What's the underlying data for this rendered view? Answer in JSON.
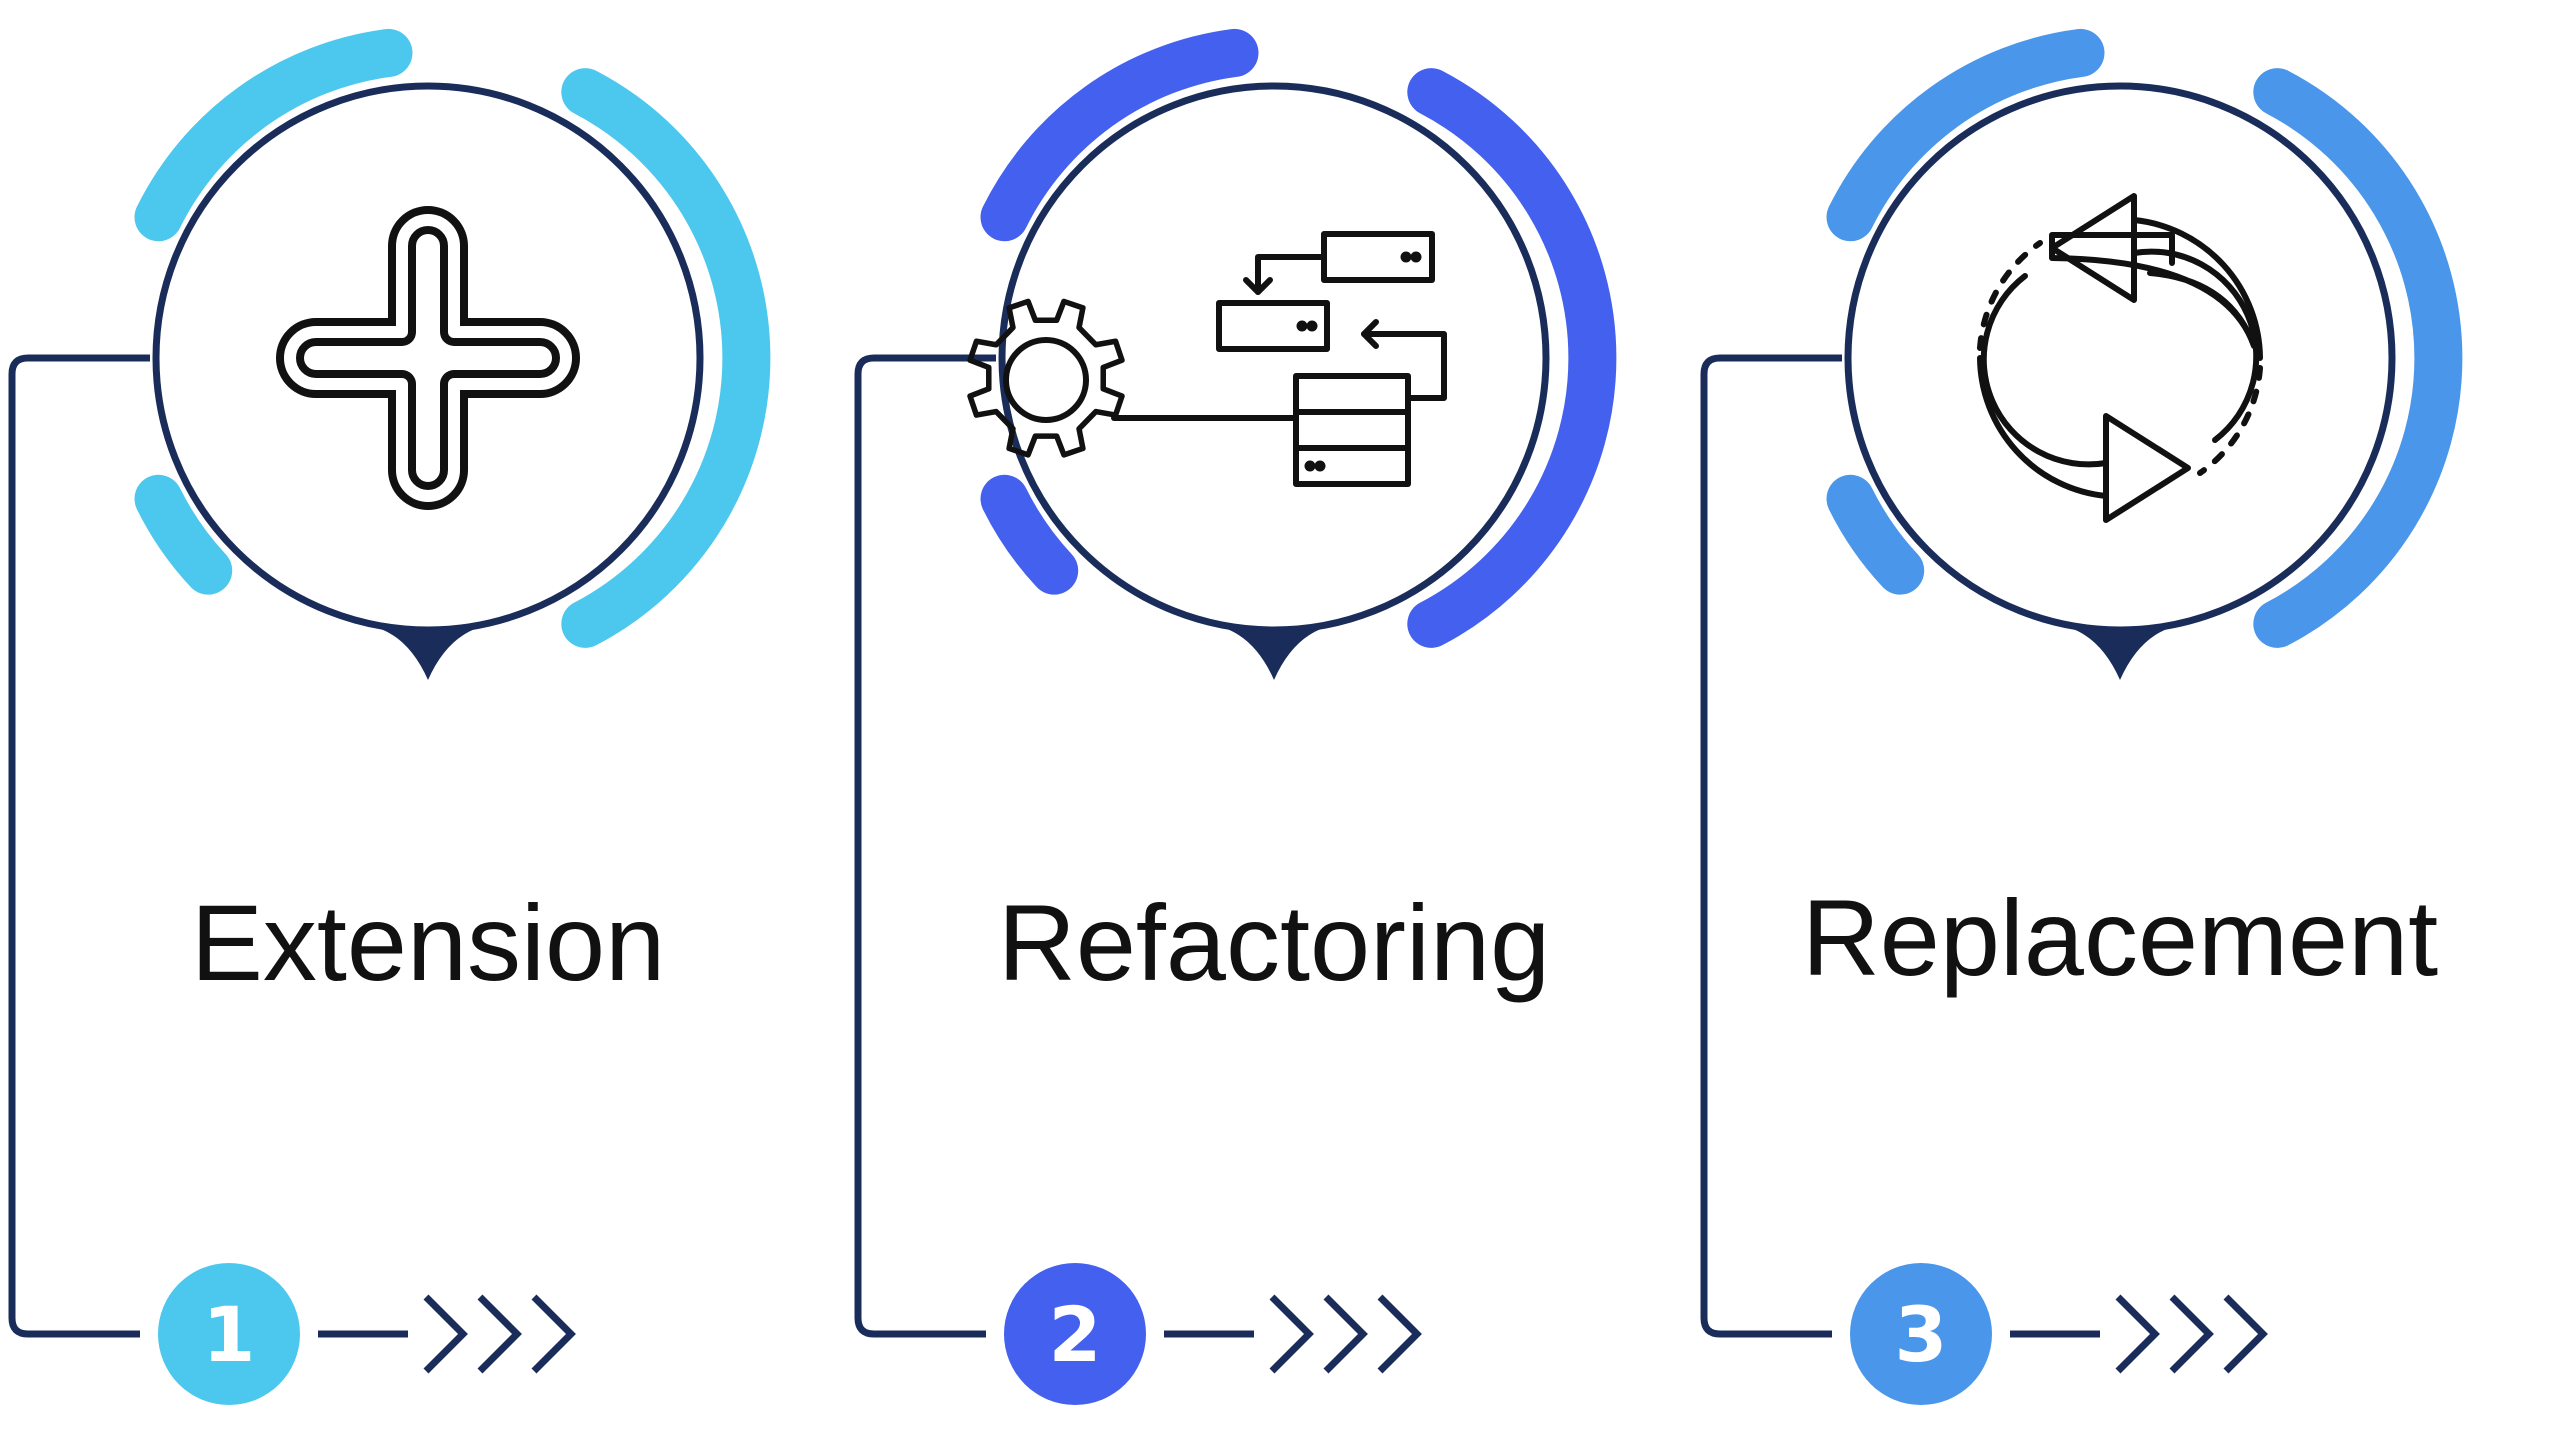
{
  "colors": {
    "line": "#1a2d5a",
    "icon": "#111111",
    "background": "#ffffff"
  },
  "steps": [
    {
      "number": "1",
      "label": "Extension",
      "accent": "#4cc8ee",
      "icon": "plus-icon"
    },
    {
      "number": "2",
      "label": "Refactoring",
      "accent": "#4460ee",
      "icon": "gear-database-icon"
    },
    {
      "number": "3",
      "label": "Replacement",
      "accent": "#4a96ea",
      "icon": "refresh-cycle-icon"
    }
  ]
}
